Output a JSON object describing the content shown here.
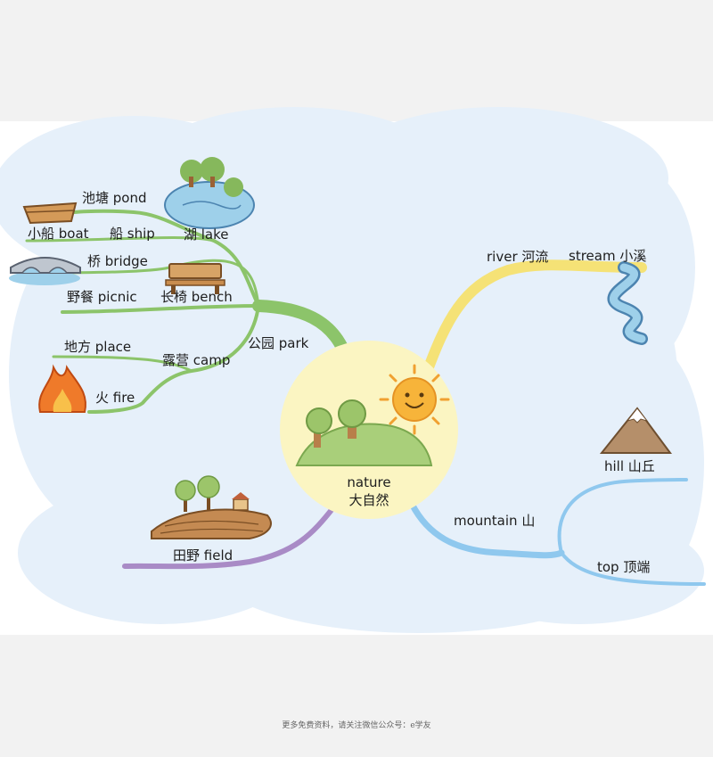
{
  "center": {
    "line1": "nature",
    "line2": "大自然"
  },
  "branches": {
    "park": "公园 park",
    "pond": "池塘 pond",
    "lake": "湖 lake",
    "boat": "小船 boat",
    "ship": "船 ship",
    "bridge": "桥 bridge",
    "bench": "长椅 bench",
    "picnic": "野餐 picnic",
    "camp": "露营 camp",
    "place": "地方 place",
    "fire": "火 fire",
    "field": "田野 field",
    "river": "river 河流",
    "stream": "stream 小溪",
    "mountain": "mountain 山",
    "hill": "hill 山丘",
    "top": "top 顶端"
  },
  "footer": "更多免费资料，请关注微信公众号：e学友"
}
